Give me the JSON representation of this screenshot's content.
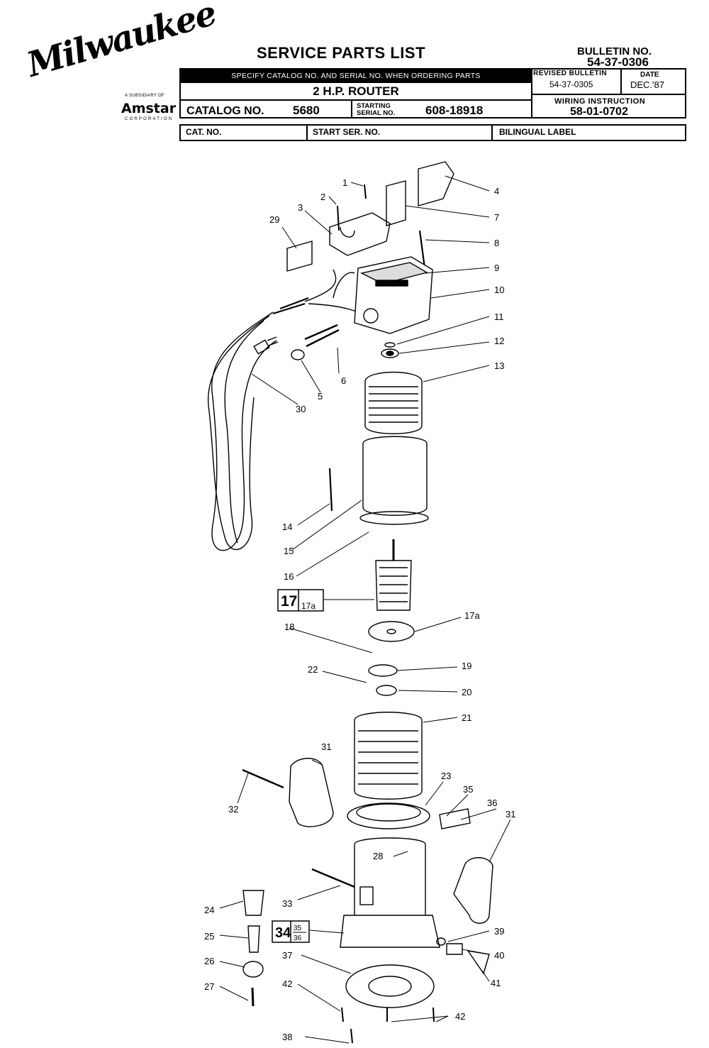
{
  "brand": {
    "logo_text": "Milwaukee",
    "subsidiary_text": "A SUBSIDIARY OF",
    "parent_brand": "Amstar",
    "parent_corp": "CORPORATION"
  },
  "header": {
    "title": "SERVICE PARTS LIST",
    "bulletin_label": "BULLETIN NO.",
    "bulletin_no": "54-37-0306",
    "banner": "SPECIFY CATALOG NO. AND SERIAL NO. WHEN ORDERING PARTS",
    "product": "2 H.P. ROUTER",
    "catalog_label": "CATALOG NO.",
    "catalog_no": "5680",
    "starting_serial_label_1": "STARTING",
    "starting_serial_label_2": "SERIAL NO.",
    "starting_serial_no": "608-18918",
    "revised_label": "REVISED BULLETIN",
    "revised_no": "54-37-0305",
    "date_label": "DATE",
    "date": "DEC.'87",
    "wiring_label": "WIRING INSTRUCTION",
    "wiring_no": "58-01-0702"
  },
  "row2": {
    "cat_no_label": "CAT. NO.",
    "start_ser_label": "START SER. NO.",
    "bilingual_label": "BILINGUAL LABEL"
  },
  "callouts": {
    "p1": "1",
    "p2": "2",
    "p3": "3",
    "p4": "4",
    "p5": "5",
    "p6": "6",
    "p7": "7",
    "p8": "8",
    "p9": "9",
    "p10": "10",
    "p11": "11",
    "p12": "12",
    "p13": "13",
    "p14": "14",
    "p15": "15",
    "p16": "16",
    "p17": "17",
    "p17a_box": "17a",
    "p17a": "17a",
    "p18": "18",
    "p19": "19",
    "p20": "20",
    "p21": "21",
    "p22": "22",
    "p23": "23",
    "p24": "24",
    "p25": "25",
    "p26": "26",
    "p27": "27",
    "p28": "28",
    "p29": "29",
    "p30": "30",
    "p31a": "31",
    "p31b": "31",
    "p32": "32",
    "p33": "33",
    "p34": "34",
    "p35_box": "35",
    "p36_box": "36",
    "p35": "35",
    "p36": "36",
    "p37": "37",
    "p38": "38",
    "p39": "39",
    "p40": "40",
    "p41": "41",
    "p42a": "42",
    "p42b": "42"
  }
}
